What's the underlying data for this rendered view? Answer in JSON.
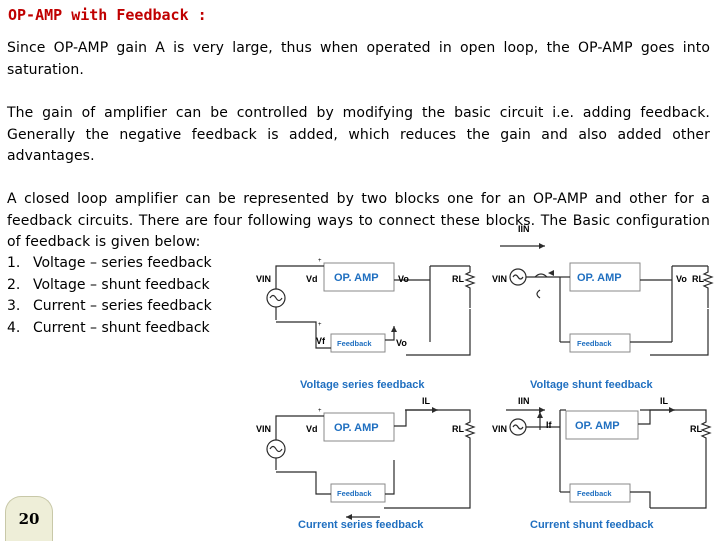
{
  "title": "OP-AMP with Feedback :",
  "paragraphs": [
    "Since OP-AMP gain A is very large, thus when operated in open loop, the OP-AMP goes into saturation.",
    "The gain of amplifier can be controlled by modifying the basic circuit i.e. adding feedback. Generally the negative feedback is added, which reduces the gain and also added other advantages.",
    "A closed loop amplifier can be represented by two blocks one for an OP-AMP and other for a feedback circuits. There are four following ways to connect these blocks. The Basic configuration of feedback is given below:"
  ],
  "feedback_types": [
    {
      "num": "1.",
      "text": "Voltage – series feedback"
    },
    {
      "num": "2.",
      "text": "Voltage – shunt feedback"
    },
    {
      "num": "3.",
      "text": "Current – series feedback"
    },
    {
      "num": "4.",
      "text": "Current – shunt feedback"
    }
  ],
  "diagrams": {
    "opamp_label": "OP. AMP",
    "feedback_label": "Feedback",
    "vin": "VIN",
    "vd": "Vd",
    "vo": "Vo",
    "vf": "Vf",
    "rl": "RL",
    "iin": "IIN",
    "if": "If",
    "il": "IL",
    "captions": {
      "voltage_series": "Voltage series feedback",
      "voltage_shunt": "Voltage shunt feedback",
      "current_series": "Current series feedback",
      "current_shunt": "Current shunt feedback"
    }
  },
  "page_number": "20"
}
